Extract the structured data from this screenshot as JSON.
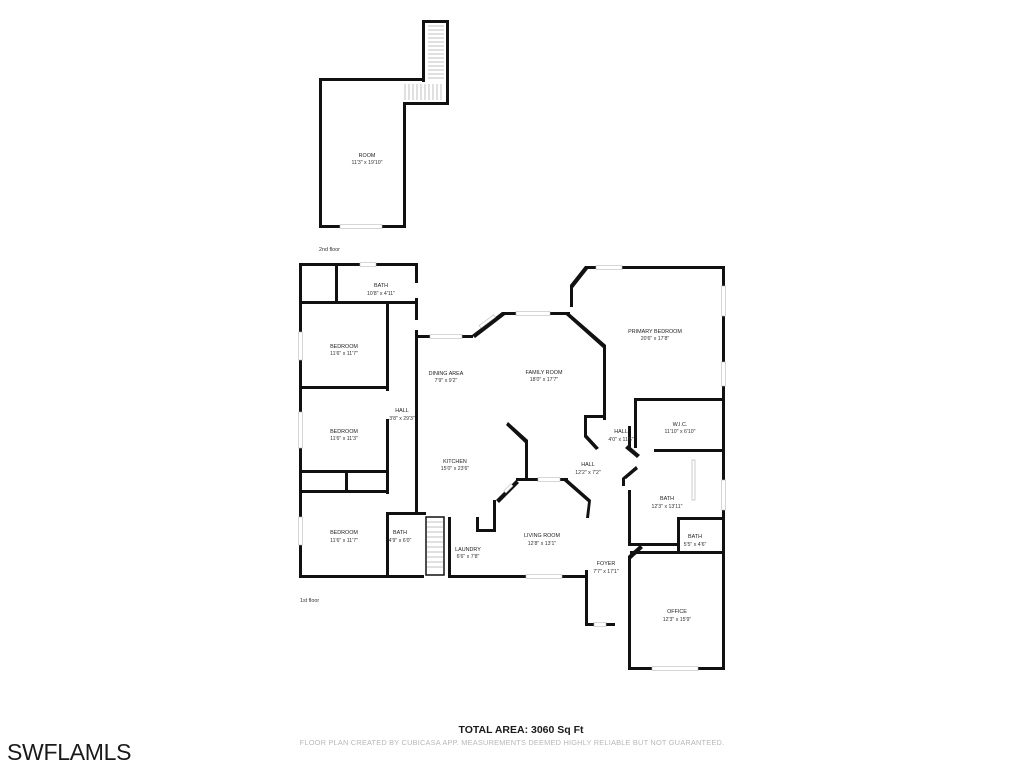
{
  "floors": {
    "second": {
      "label": "2nd floor",
      "rooms": [
        {
          "name": "ROOM",
          "dims": "11'3\" x 19'10\""
        }
      ]
    },
    "first": {
      "label": "1st floor",
      "rooms": [
        {
          "name": "BATH",
          "dims": "10'8\" x 4'11\""
        },
        {
          "name": "BEDROOM",
          "dims": "11'6\" x 11'7\""
        },
        {
          "name": "BEDROOM",
          "dims": "11'6\" x 11'3\""
        },
        {
          "name": "BEDROOM",
          "dims": "11'6\" x 11'7\""
        },
        {
          "name": "HALL",
          "dims": "3'8\" x 29'3\""
        },
        {
          "name": "BATH",
          "dims": "4'9\" x 6'0\""
        },
        {
          "name": "DINING AREA",
          "dims": "7'9\" x 9'2\""
        },
        {
          "name": "KITCHEN",
          "dims": "15'0\" x 23'6\""
        },
        {
          "name": "LAUNDRY",
          "dims": "6'6\" x 7'8\""
        },
        {
          "name": "FAMILY ROOM",
          "dims": "18'0\" x 17'7\""
        },
        {
          "name": "LIVING ROOM",
          "dims": "12'8\" x 13'1\""
        },
        {
          "name": "HALL",
          "dims": "12'2\" x 7'2\""
        },
        {
          "name": "FOYER",
          "dims": "7'7\" x 17'1\""
        },
        {
          "name": "HALL",
          "dims": "4'0\" x 11'6\""
        },
        {
          "name": "PRIMARY BEDROOM",
          "dims": "20'6\" x 17'8\""
        },
        {
          "name": "W.I.C.",
          "dims": "11'10\" x 6'10\""
        },
        {
          "name": "BATH",
          "dims": "12'3\" x 13'11\""
        },
        {
          "name": "BATH",
          "dims": "5'5\" x 4'6\""
        },
        {
          "name": "OFFICE",
          "dims": "12'3\" x 15'9\""
        }
      ]
    }
  },
  "total_area": "TOTAL AREA: 3060 Sq Ft",
  "disclaimer": "FLOOR PLAN CREATED BY CUBICASA APP. MEASUREMENTS DEEMED HIGHLY RELIABLE BUT NOT GUARANTEED.",
  "watermark": "SWFLAMLS"
}
